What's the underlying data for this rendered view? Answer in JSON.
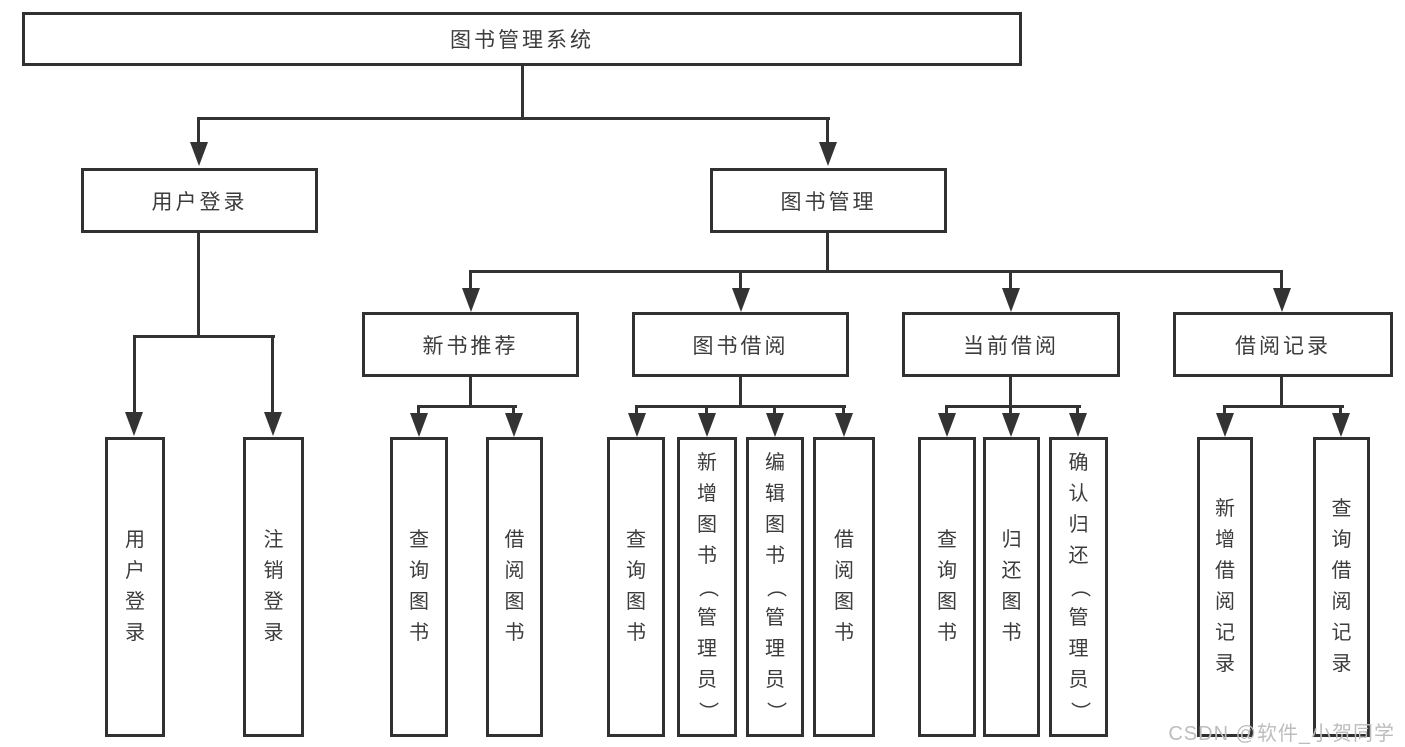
{
  "nodes": {
    "root": "图书管理系统",
    "user_login": "用户登录",
    "book_mgmt": "图书管理",
    "new_books": "新书推荐",
    "book_borrow": "图书借阅",
    "current_borrow": "当前借阅",
    "borrow_records": "借阅记录",
    "leaf_user_login": "用户登录",
    "leaf_logout": "注销登录",
    "leaf_nb_query": "查询图书",
    "leaf_nb_borrow": "借阅图书",
    "leaf_bb_query": "查询图书",
    "leaf_bb_add": "新增图书（管理员）",
    "leaf_bb_edit": "编辑图书（管理员）",
    "leaf_bb_borrow": "借阅图书",
    "leaf_cb_query": "查询图书",
    "leaf_cb_return": "归还图书",
    "leaf_cb_confirm": "确认归还（管理员）",
    "leaf_br_add": "新增借阅记录",
    "leaf_br_query": "查询借阅记录"
  },
  "watermark": "CSDN @软件_小贺同学",
  "colors": {
    "line": "#333333",
    "box_border": "#313131",
    "text": "#3c3c3c",
    "watermark": "#bdbdbd",
    "background": "#ffffff"
  }
}
